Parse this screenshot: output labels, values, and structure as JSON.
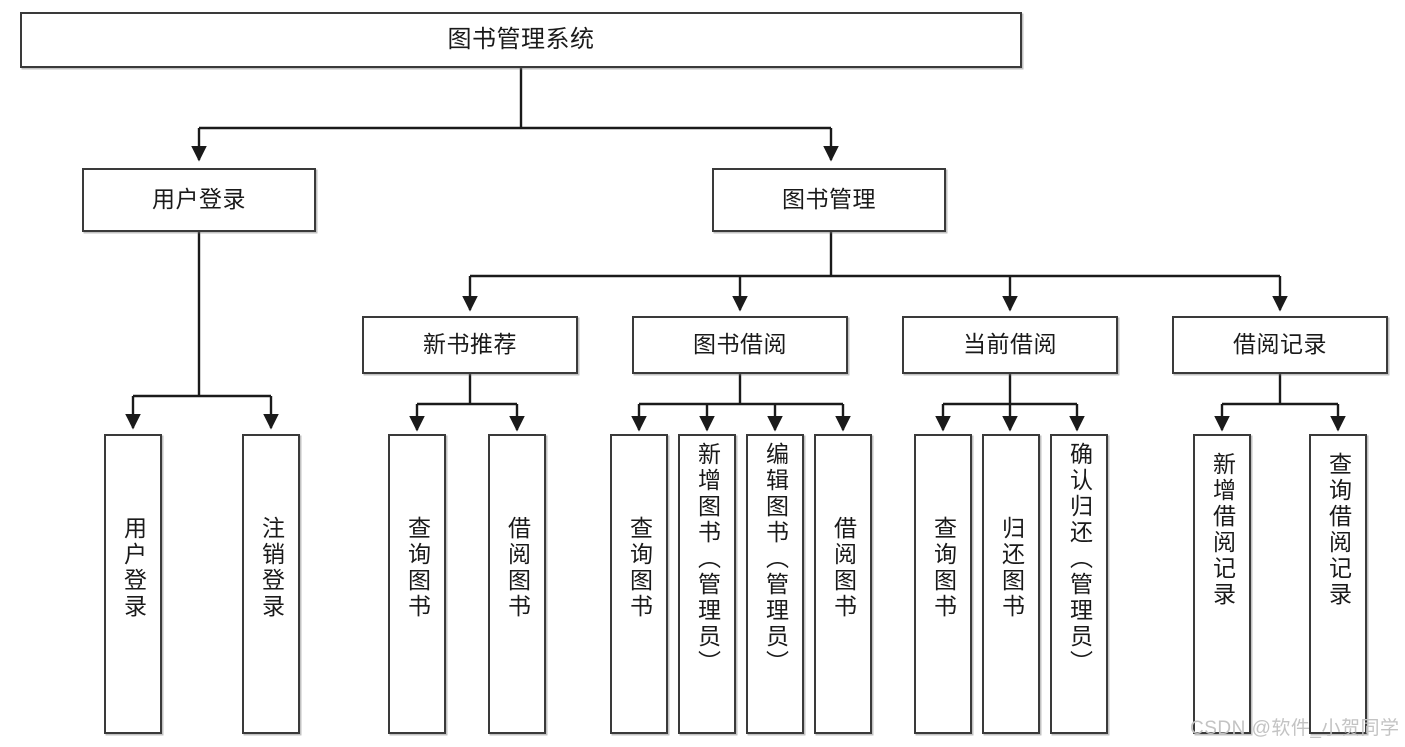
{
  "diagram": {
    "title": "图书管理系统",
    "type": "tree",
    "watermark": "CSDN @软件_小贺同学",
    "colors": {
      "box_border": "#3a3a3a",
      "box_fill": "#ffffff",
      "edge": "#1a1a1a",
      "text": "#1a1a1a",
      "watermark": "#c3c3c3"
    },
    "levels": {
      "root": "图书管理系统",
      "level2": [
        "用户登录",
        "图书管理"
      ],
      "level3": [
        "新书推荐",
        "图书借阅",
        "当前借阅",
        "借阅记录"
      ]
    },
    "nodes": {
      "root": {
        "label": "图书管理系统"
      },
      "user_login": {
        "label": "用户登录"
      },
      "book_manage": {
        "label": "图书管理"
      },
      "new_book_rec": {
        "label": "新书推荐"
      },
      "book_borrow": {
        "label": "图书借阅"
      },
      "current_borrow": {
        "label": "当前借阅"
      },
      "borrow_record": {
        "label": "借阅记录"
      },
      "leaf_user_login": {
        "label": "用户登录"
      },
      "leaf_logout": {
        "label": "注销登录"
      },
      "leaf_query_book_1": {
        "label": "查询图书"
      },
      "leaf_borrow_book_1": {
        "label": "借阅图书"
      },
      "leaf_query_book_2": {
        "label": "查询图书"
      },
      "leaf_add_book": {
        "label": "新增图书（管理员）"
      },
      "leaf_edit_book": {
        "label": "编辑图书（管理员）"
      },
      "leaf_borrow_book_2": {
        "label": "借阅图书"
      },
      "leaf_query_book_3": {
        "label": "查询图书"
      },
      "leaf_return_book": {
        "label": "归还图书"
      },
      "leaf_confirm_return": {
        "label": "确认归还（管理员）"
      },
      "leaf_add_record": {
        "label": "新增借阅记录"
      },
      "leaf_query_record": {
        "label": "查询借阅记录"
      }
    },
    "edges": [
      {
        "from": "root",
        "to": "user_login"
      },
      {
        "from": "root",
        "to": "book_manage"
      },
      {
        "from": "user_login",
        "to": "leaf_user_login"
      },
      {
        "from": "user_login",
        "to": "leaf_logout"
      },
      {
        "from": "book_manage",
        "to": "new_book_rec"
      },
      {
        "from": "book_manage",
        "to": "book_borrow"
      },
      {
        "from": "book_manage",
        "to": "current_borrow"
      },
      {
        "from": "book_manage",
        "to": "borrow_record"
      },
      {
        "from": "new_book_rec",
        "to": "leaf_query_book_1"
      },
      {
        "from": "new_book_rec",
        "to": "leaf_borrow_book_1"
      },
      {
        "from": "book_borrow",
        "to": "leaf_query_book_2"
      },
      {
        "from": "book_borrow",
        "to": "leaf_add_book"
      },
      {
        "from": "book_borrow",
        "to": "leaf_edit_book"
      },
      {
        "from": "book_borrow",
        "to": "leaf_borrow_book_2"
      },
      {
        "from": "current_borrow",
        "to": "leaf_query_book_3"
      },
      {
        "from": "current_borrow",
        "to": "leaf_return_book"
      },
      {
        "from": "current_borrow",
        "to": "leaf_confirm_return"
      },
      {
        "from": "borrow_record",
        "to": "leaf_add_record"
      },
      {
        "from": "borrow_record",
        "to": "leaf_query_record"
      }
    ]
  }
}
